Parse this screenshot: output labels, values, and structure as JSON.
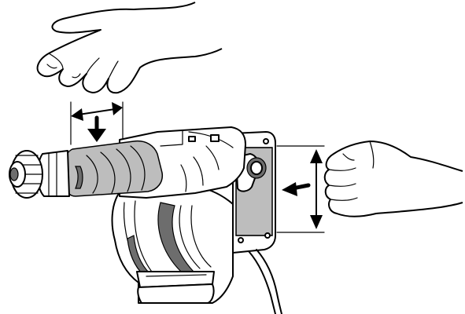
{
  "figure": {
    "elements": [
      "upper-hand",
      "front-grip-arrows",
      "rotary-hammer-drill",
      "rear-handle-arrows",
      "rear-hand"
    ]
  },
  "colors": {
    "line": "#000000",
    "grip_shading": "#bdbdbd",
    "dark_parts": "#6d6d6d",
    "background": "#ffffff"
  }
}
